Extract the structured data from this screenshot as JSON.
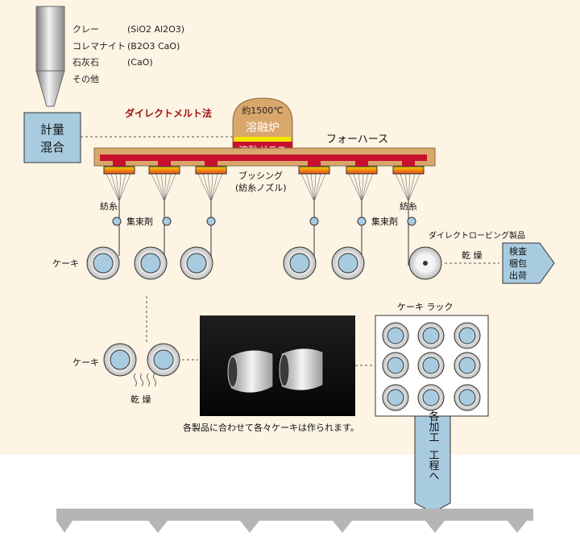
{
  "materials": [
    {
      "name": "クレー",
      "formula": "(SiO2 Al2O3)"
    },
    {
      "name": "コレマナイト",
      "formula": "(B2O3 CaO)"
    },
    {
      "name": "石灰石",
      "formula": "(CaO)"
    },
    {
      "name": "その他",
      "formula": ""
    }
  ],
  "hopper_box": {
    "line1": "計量",
    "line2": "混合"
  },
  "direct_melt": "ダイレクトメルト法",
  "furnace": {
    "temp": "約1500℃",
    "name": "溶融炉",
    "glass": "溶融ガラス"
  },
  "forehearth": "フォーハース",
  "bushing": {
    "line1": "ブッシング",
    "line2": "(紡糸ノズル)"
  },
  "spinning": "紡糸",
  "binder": "集束剤",
  "cake": "ケーキ",
  "roving_product": "ダイレクトロービング製品",
  "drying": "乾 燥",
  "inspection": {
    "line1": "検査",
    "line2": "梱包",
    "line3": "出荷"
  },
  "cake_rack": "ケーキ ラック",
  "photo_caption": "各製品に合わせて各々ケーキは作られます。",
  "next_process": {
    "line1": "各加工",
    "line2": "工程へ"
  },
  "colors": {
    "background": "#fdf4e4",
    "furnace": "#d9a66b",
    "red": "#c8102e",
    "blue_box": "#a9cbe0"
  }
}
